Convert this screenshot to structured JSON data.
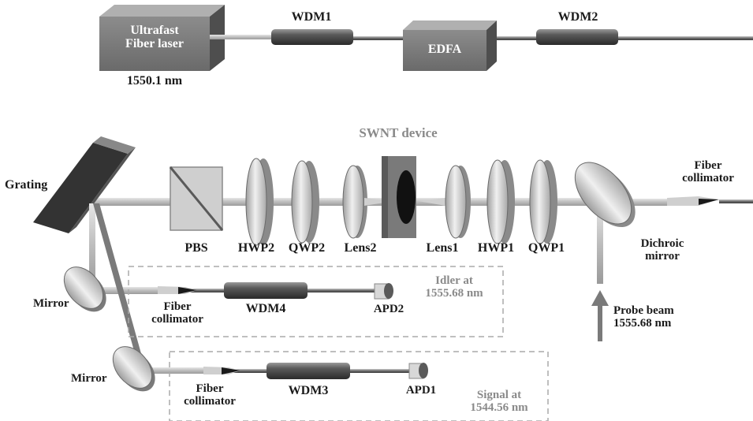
{
  "top": {
    "laser_label": "Ultrafast\nFiber laser",
    "laser_wavelength": "1550.1 nm",
    "wdm1": "WDM1",
    "edfa": "EDFA",
    "wdm2": "WDM2"
  },
  "main": {
    "swnt_device": "SWNT device",
    "grating": "Grating",
    "pbs": "PBS",
    "hwp2": "HWP2",
    "qwp2": "QWP2",
    "lens2": "Lens2",
    "lens1": "Lens1",
    "hwp1": "HWP1",
    "qwp1": "QWP1",
    "dichroic": "Dichroic\nmirror",
    "fiber_collimator_right": "Fiber\ncollimator",
    "probe_beam": "Probe beam\n1555.68 nm"
  },
  "idler": {
    "mirror": "Mirror",
    "fiber_collimator": "Fiber\ncollimator",
    "wdm4": "WDM4",
    "apd2": "APD2",
    "label": "Idler at\n1555.68 nm"
  },
  "signal": {
    "mirror": "Mirror",
    "fiber_collimator": "Fiber\ncollimator",
    "wdm3": "WDM3",
    "apd1": "APD1",
    "label": "Signal at\n1544.56 nm"
  }
}
